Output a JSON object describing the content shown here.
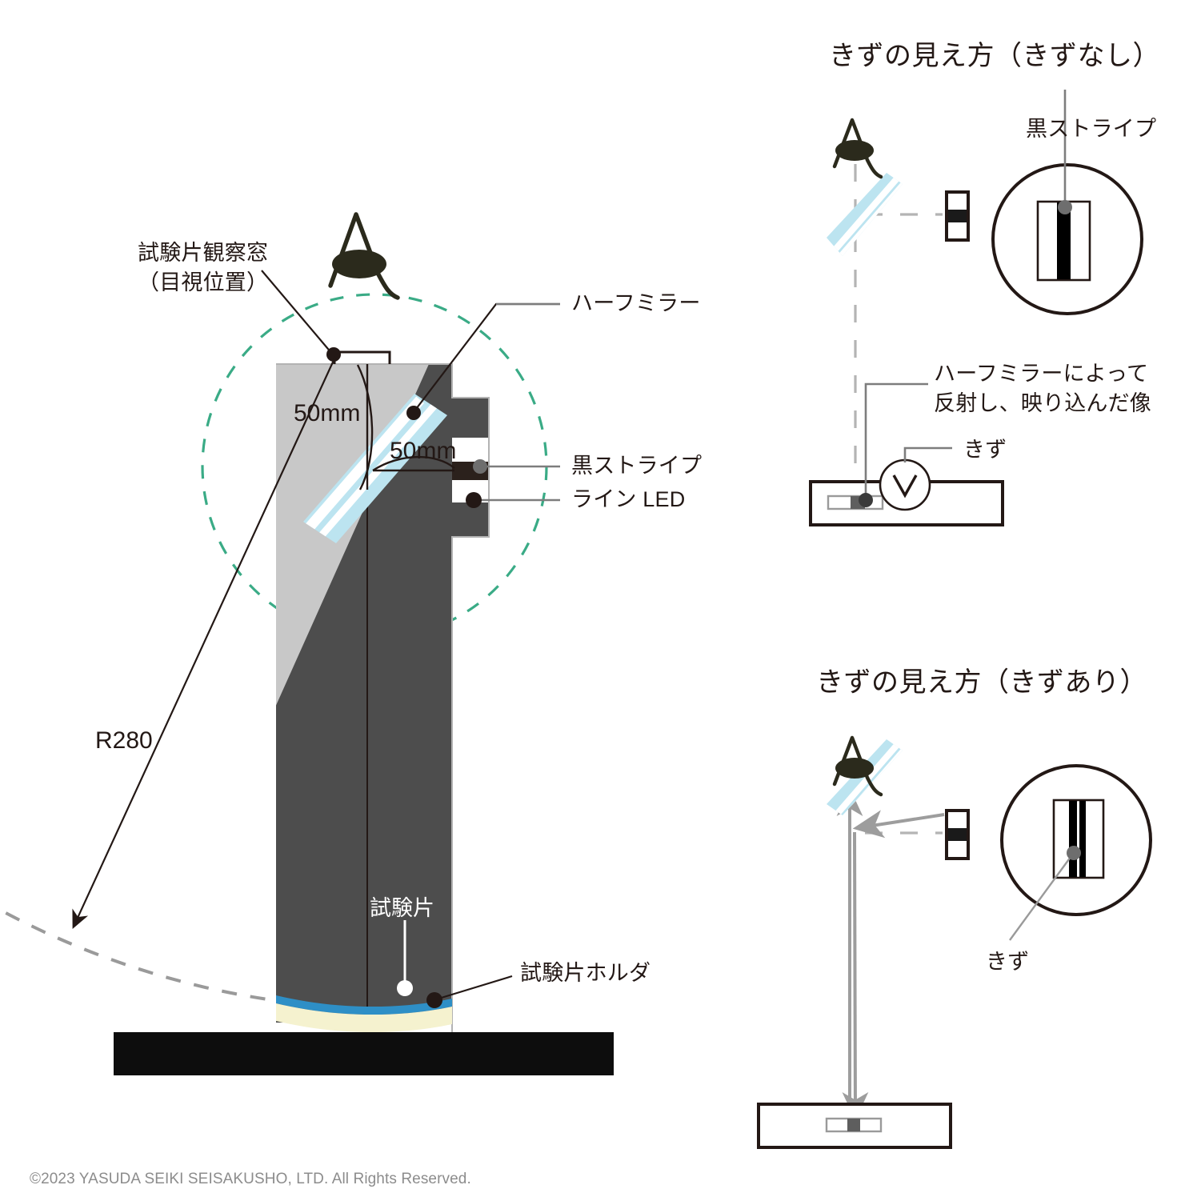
{
  "document": {
    "copyright": "©2023 YASUDA SEIKI SEISAKUSHO, LTD. All Rights Reserved."
  },
  "main_diagram": {
    "labels": {
      "observation_window_line1": "試験片観察窓",
      "observation_window_line2": "（目視位置）",
      "half_mirror": "ハーフミラー",
      "black_stripe": "黒ストライプ",
      "line_led": "ライン LED",
      "dim_vertical": "50mm",
      "dim_horizontal": "50mm",
      "radius": "R280",
      "test_piece": "試験片",
      "test_piece_holder": "試験片ホルダ"
    }
  },
  "panel_no_scratch": {
    "title": "きずの見え方（きずなし）",
    "labels": {
      "black_stripe": "黒ストライプ",
      "reflected_image_line1": "ハーフミラーによって",
      "reflected_image_line2": "反射し、映り込んだ像",
      "scratch": "きず"
    }
  },
  "panel_with_scratch": {
    "title": "きずの見え方（きずあり）",
    "labels": {
      "scratch": "きず"
    }
  },
  "colors": {
    "body_light": "#c8c8c8",
    "body_dark": "#4d4d4d",
    "half_mirror": "#bce4f0",
    "black_stripe": "#2b211c",
    "holder_cream": "#f5f2cf",
    "holder_blue": "#2e8fc6",
    "base_black": "#0d0d0d",
    "arc_green": "#3aab86",
    "arc_gray": "#9a9a9a",
    "leader_gray": "#7d7d7d",
    "ink": "#231815"
  }
}
